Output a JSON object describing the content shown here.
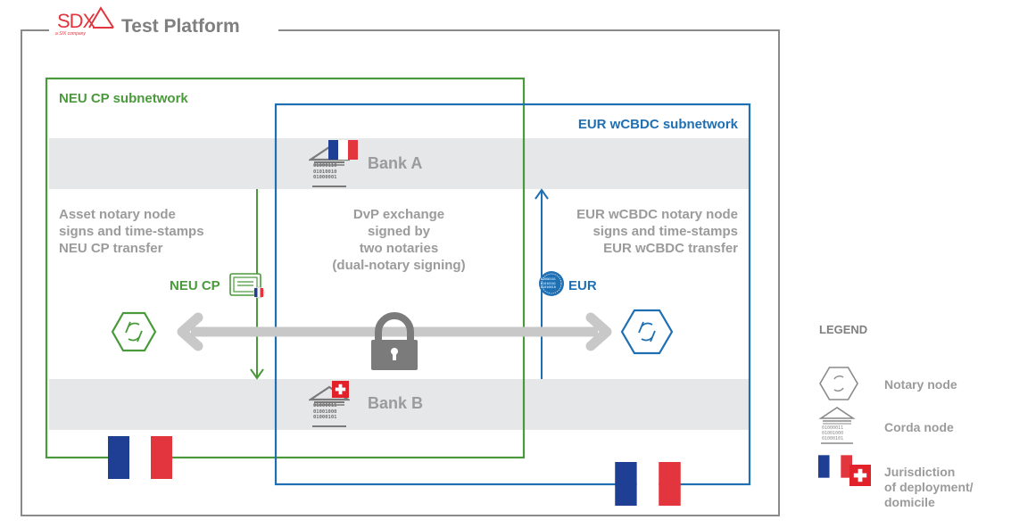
{
  "platform": {
    "logo_text": "SDX",
    "logo_subtext": "a SIX company",
    "title": "Test Platform"
  },
  "neu_subnetwork": {
    "label": "NEU CP subnetwork",
    "notary_text": "Asset notary node\nsigns and time-stamps\nNEU CP transfer",
    "asset_label": "NEU CP"
  },
  "eur_subnetwork": {
    "label": "EUR wCBDC subnetwork",
    "notary_text": "EUR wCBDC notary node\nsigns and time-stamps\nEUR wCBDC transfer",
    "asset_label": "EUR",
    "coin_text": "01000101\n01010101\n01010010"
  },
  "dvp": {
    "text": "DvP exchange\nsigned by\ntwo notaries\n(dual-notary signing)"
  },
  "bank_a": {
    "label": "Bank A",
    "binary": "01000110\n01010010\n01000001"
  },
  "bank_b": {
    "label": "Bank B",
    "binary": "01000011\n01001000\n01000101"
  },
  "legend": {
    "title": "LEGEND",
    "notary_label": "Notary node",
    "corda_label": "Corda node",
    "corda_binary": "01000011\n01001000\n01000101",
    "jurisdiction_label": "Jurisdiction\nof deployment/\ndomicile"
  },
  "colors": {
    "neu_green": "#4a9a3c",
    "eur_blue": "#1f6fb3",
    "band_gray": "#e6e7e8",
    "frame_gray": "#8a8a8a",
    "text_gray": "#9b9b9b",
    "logo_red": "#e2353d",
    "flag_blue": "#1f3f95",
    "flag_red": "#e2353d",
    "swiss_red": "#e2222a"
  },
  "icons": {
    "notary": "hexagon-cycle-icon",
    "corda": "bank-building-icon",
    "asset": "certificate-icon",
    "coin": "euro-coin-icon",
    "lock": "padlock-icon",
    "exchange": "double-arrow-icon"
  }
}
